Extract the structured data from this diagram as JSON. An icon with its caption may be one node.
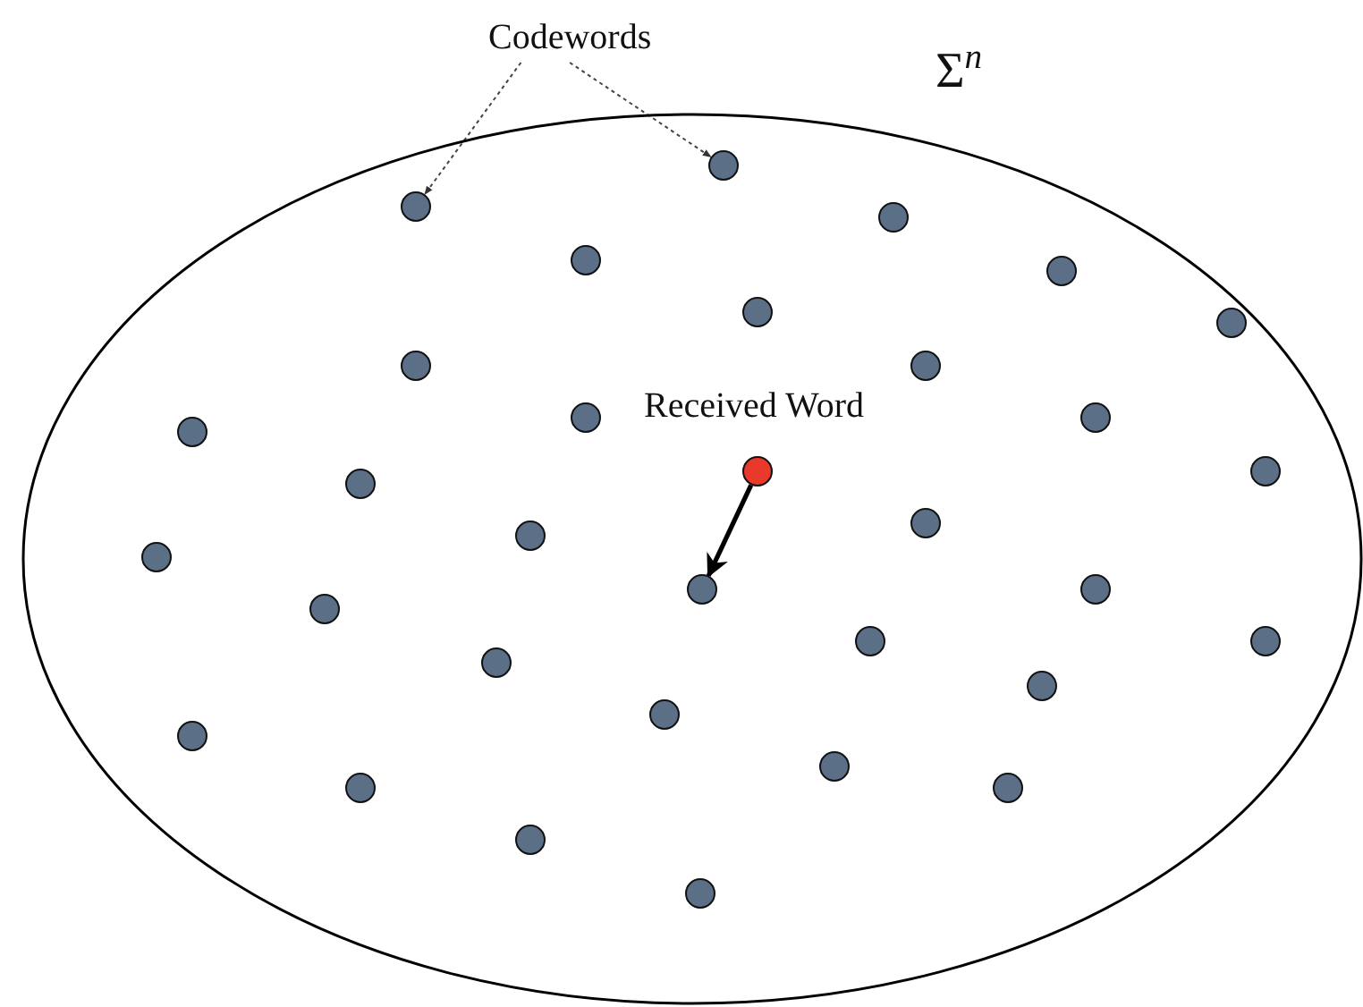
{
  "diagram": {
    "nodes": [
      {
        "text": [
          "Σ$^{n}$"
        ]
      },
      {
        "text": [
          "Codewords"
        ]
      },
      {
        "text": [],
        "shape": "circle",
        "in": 0
      },
      {
        "text": [],
        "shape": "circle",
        "in": 0
      },
      {
        "text": [],
        "shape": "circle",
        "in": 0
      },
      {
        "text": [],
        "shape": "circle",
        "in": 0
      },
      {
        "text": [],
        "shape": "circle",
        "in": 0
      },
      {
        "text": [],
        "shape": "circle",
        "in": 0
      },
      {
        "text": [],
        "shape": "circle",
        "in": 0
      },
      {
        "text": [],
        "shape": "circle",
        "in": 0
      },
      {
        "text": [],
        "shape": "circle",
        "in": 0
      },
      {
        "text": [],
        "shape": "circle",
        "in": 0
      },
      {
        "text": [],
        "shape": "circle",
        "in": 0
      },
      {
        "text": [],
        "shape": "circle",
        "in": 0
      },
      {
        "text": [],
        "shape": "circle",
        "in": 0
      },
      {
        "text": [],
        "shape": "circle",
        "in": 0,
        "beside": [
          "Received Word"
        ]
      },
      {
        "text": [],
        "shape": "circle",
        "in": 0
      },
      {
        "text": [],
        "shape": "circle",
        "in": 0
      },
      {
        "text": [],
        "shape": "circle",
        "in": 0
      },
      {
        "text": [],
        "shape": "circle",
        "in": 0
      },
      {
        "text": [],
        "shape": "circle",
        "in": 0
      },
      {
        "text": [],
        "shape": "circle",
        "in": 0
      },
      {
        "text": [],
        "shape": "circle",
        "in": 0
      },
      {
        "text": [],
        "shape": "circle",
        "in": 0
      },
      {
        "text": [],
        "shape": "circle",
        "in": 0
      },
      {
        "text": [],
        "shape": "circle",
        "in": 0
      },
      {
        "text": [],
        "shape": "circle",
        "in": 0
      },
      {
        "text": [],
        "shape": "circle",
        "in": 0
      },
      {
        "text": [],
        "shape": "circle",
        "in": 0
      },
      {
        "text": [],
        "shape": "circle",
        "in": 0
      },
      {
        "text": [],
        "shape": "circle",
        "in": 0
      },
      {
        "text": [],
        "shape": "circle",
        "in": 0
      },
      {
        "text": [],
        "shape": "circle",
        "in": 0
      },
      {
        "text": [],
        "shape": "circle",
        "in": 0
      }
    ],
    "edges": [
      {
        "from": 1,
        "to": 3,
        "arrow": "to",
        "style": "dashed"
      },
      {
        "from": 1,
        "to": 2,
        "arrow": "to",
        "style": "dashed"
      },
      {
        "from": 15,
        "to": 20,
        "arrow": "to",
        "style": "thick"
      }
    ]
  }
}
